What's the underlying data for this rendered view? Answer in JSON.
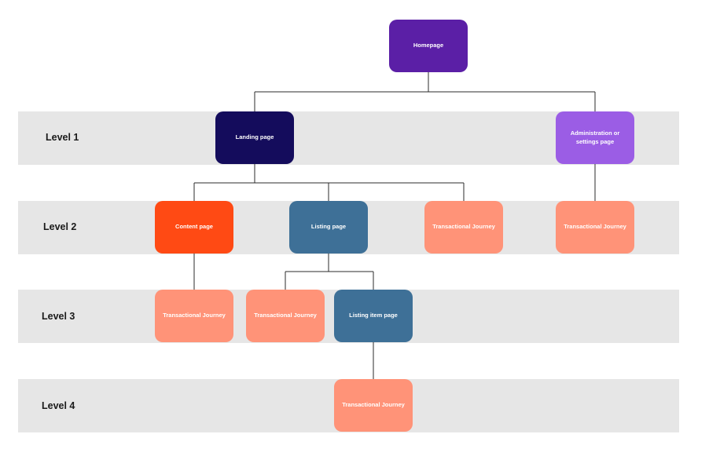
{
  "levels": [
    {
      "label": "Level 1"
    },
    {
      "label": "Level 2"
    },
    {
      "label": "Level 3"
    },
    {
      "label": "Level 4"
    }
  ],
  "nodes": {
    "homepage": {
      "label": "Homepage",
      "color": "#5b1fa6"
    },
    "landing_page": {
      "label": "Landing page",
      "color": "#140c5c"
    },
    "admin_settings": {
      "label": "Administration or settings page",
      "color": "#9b5de5"
    },
    "content_page": {
      "label": "Content page",
      "color": "#ff4a14"
    },
    "listing_page": {
      "label": "Listing page",
      "color": "#3e7097"
    },
    "transactional_l2_a": {
      "label": "Transactional Journey",
      "color": "#ff9378"
    },
    "transactional_l2_b": {
      "label": "Transactional Journey",
      "color": "#ff9378"
    },
    "transactional_l3_a": {
      "label": "Transactional Journey",
      "color": "#ff9378"
    },
    "transactional_l3_b": {
      "label": "Transactional Journey",
      "color": "#ff9378"
    },
    "listing_item_page": {
      "label": "Listing item page",
      "color": "#3e7097"
    },
    "transactional_l4": {
      "label": "Transactional Journey",
      "color": "#ff9378"
    }
  },
  "colors": {
    "band": "#e6e6e6",
    "connector": "#2b2b2b"
  }
}
